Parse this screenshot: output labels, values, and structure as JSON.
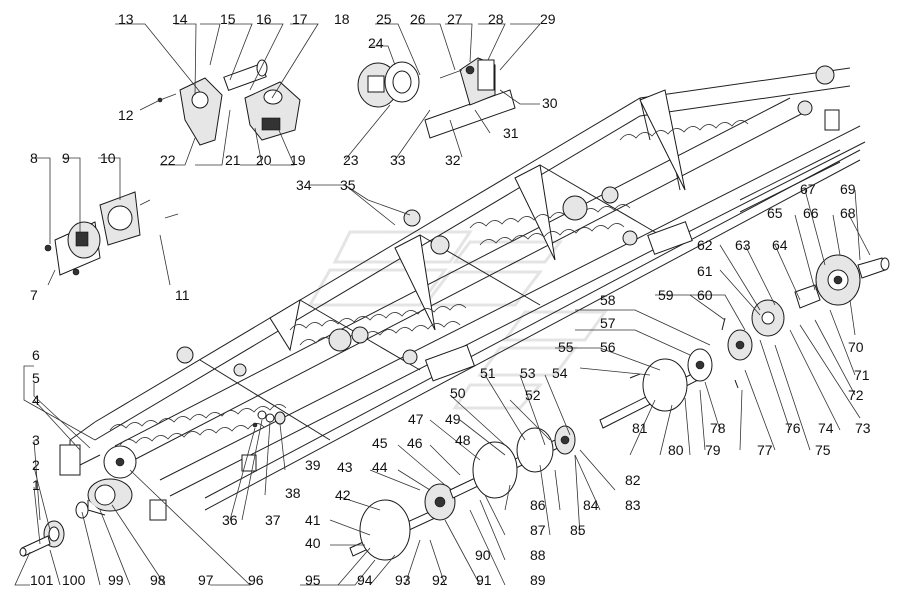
{
  "labels": [
    "1",
    "2",
    "3",
    "4",
    "5",
    "6",
    "7",
    "8",
    "9",
    "10",
    "11",
    "12",
    "13",
    "14",
    "15",
    "16",
    "17",
    "18",
    "19",
    "20",
    "21",
    "22",
    "23",
    "24",
    "25",
    "26",
    "27",
    "28",
    "29",
    "30",
    "31",
    "32",
    "33",
    "34",
    "35",
    "36",
    "37",
    "38",
    "39",
    "40",
    "41",
    "42",
    "43",
    "44",
    "45",
    "46",
    "47",
    "48",
    "49",
    "50",
    "51",
    "52",
    "53",
    "54",
    "55",
    "56",
    "57",
    "58",
    "59",
    "60",
    "61",
    "62",
    "63",
    "64",
    "65",
    "66",
    "67",
    "68",
    "69",
    "70",
    "71",
    "72",
    "73",
    "74",
    "75",
    "76",
    "77",
    "78",
    "79",
    "80",
    "81",
    "82",
    "83",
    "84",
    "85",
    "86",
    "87",
    "88",
    "89",
    "90",
    "91",
    "92",
    "93",
    "94",
    "95",
    "96",
    "97",
    "98",
    "99",
    "100",
    "101"
  ],
  "colors": {
    "line": "#1a1a1a",
    "label": "#111111",
    "watermark": "#cfcfcf",
    "shade": "#e6e6e6"
  },
  "watermark": {
    "icon": "logo-watermark-icon"
  }
}
